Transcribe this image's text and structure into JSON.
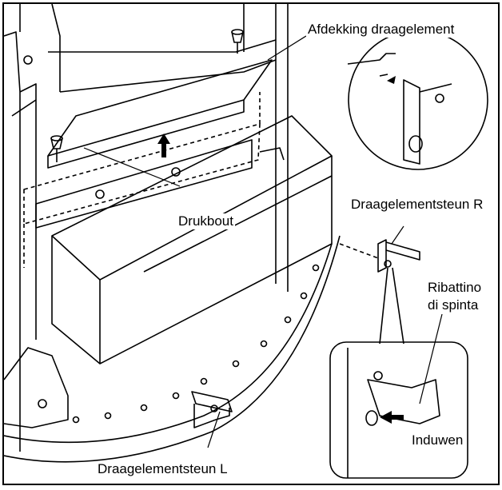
{
  "labels": {
    "cover": "Afdekking draagelement",
    "bolt": "Drukbout",
    "bracket_r": "Draagelementsteun R",
    "rivet": "Ribattino\ndi spinta",
    "push": "Induwen",
    "bracket_l": "Draagelementsteun L"
  }
}
